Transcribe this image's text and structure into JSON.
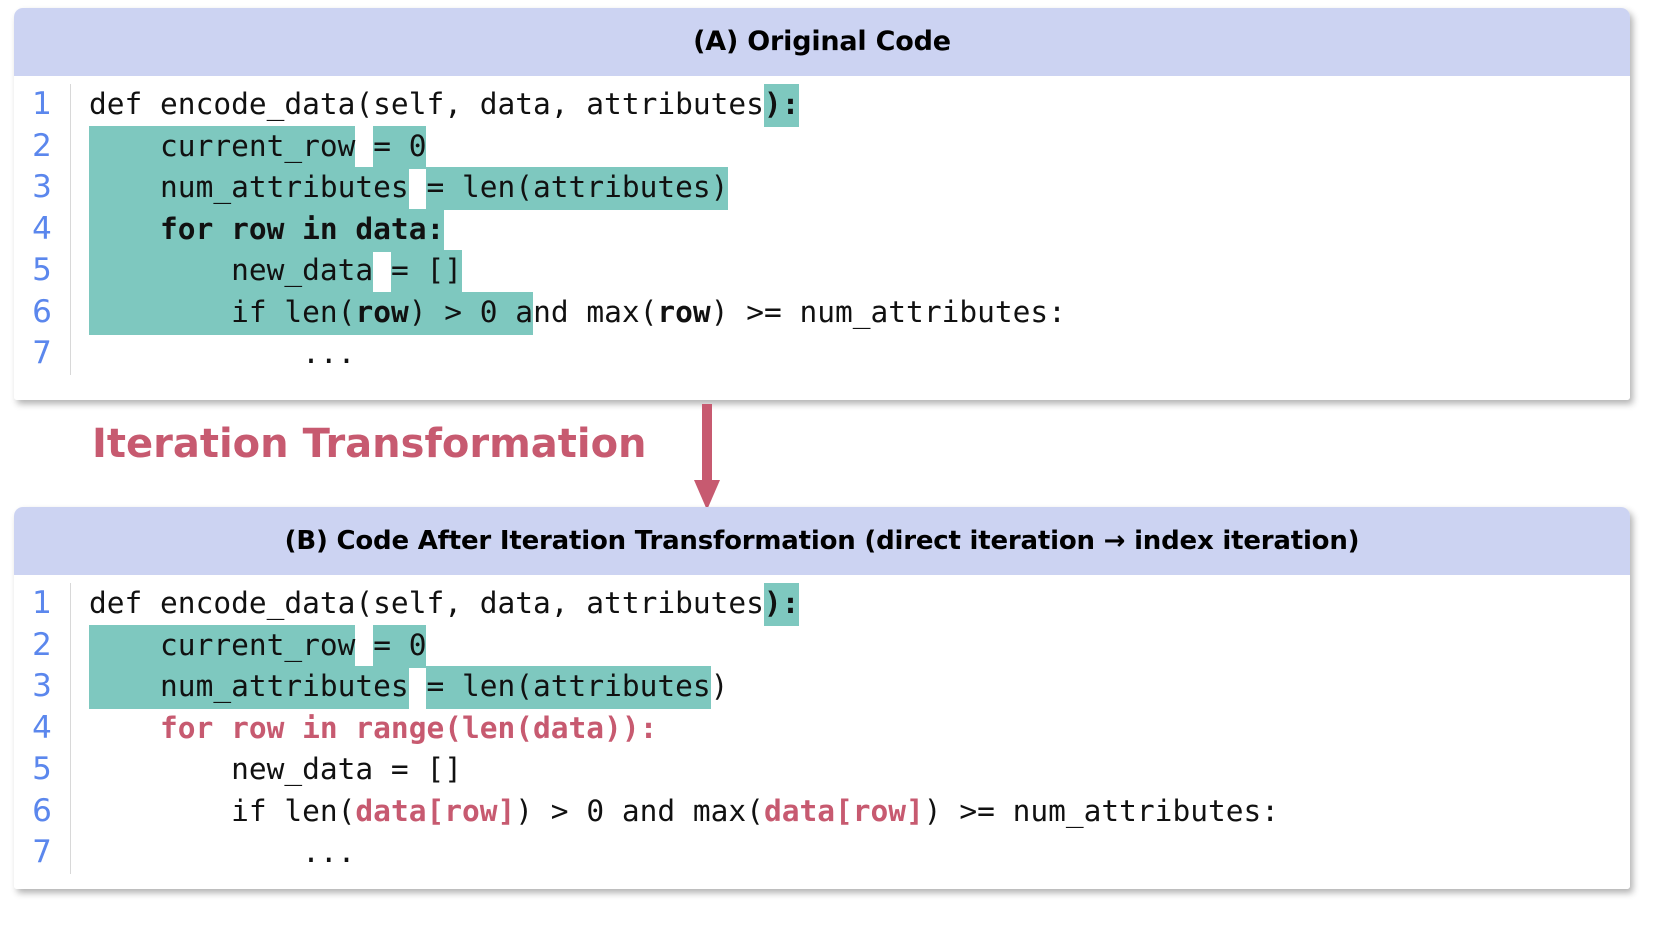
{
  "colors": {
    "header_bg": "#ccd3f2",
    "highlight": "#7ec8bf",
    "accent_red": "#c75a70",
    "lineno_blue": "#5b87ed",
    "page_bg": "#ffffff"
  },
  "transition": {
    "label": "Iteration Transformation",
    "arrow_icon": "arrow-down-icon"
  },
  "panel_a": {
    "title": "(A) Original Code",
    "line_numbers": [
      "1",
      "2",
      "3",
      "4",
      "5",
      "6",
      "7"
    ],
    "lines": [
      {
        "n": "1",
        "segments": [
          {
            "text": "def encode_data(self, data, attributes",
            "hl": false,
            "bold": false,
            "red": false
          },
          {
            "text": "):",
            "hl": true,
            "bold": true,
            "red": false
          }
        ]
      },
      {
        "n": "2",
        "segments": [
          {
            "text": "    ",
            "hl": true,
            "bold": false,
            "red": false
          },
          {
            "text": "current_row",
            "hl": true,
            "bold": false,
            "red": false
          },
          {
            "text": " ",
            "hl": false,
            "bold": false,
            "red": false
          },
          {
            "text": "= 0",
            "hl": true,
            "bold": false,
            "red": false
          }
        ]
      },
      {
        "n": "3",
        "segments": [
          {
            "text": "    ",
            "hl": true,
            "bold": false,
            "red": false
          },
          {
            "text": "num_attributes",
            "hl": true,
            "bold": false,
            "red": false
          },
          {
            "text": " ",
            "hl": false,
            "bold": false,
            "red": false
          },
          {
            "text": "= len(attributes)",
            "hl": true,
            "bold": false,
            "red": false
          }
        ]
      },
      {
        "n": "4",
        "segments": [
          {
            "text": "    ",
            "hl": true,
            "bold": false,
            "red": false
          },
          {
            "text": "for row in data:",
            "hl": true,
            "bold": true,
            "red": false
          }
        ]
      },
      {
        "n": "5",
        "segments": [
          {
            "text": "        ",
            "hl": true,
            "bold": false,
            "red": false
          },
          {
            "text": "new_data",
            "hl": true,
            "bold": false,
            "red": false
          },
          {
            "text": " ",
            "hl": false,
            "bold": false,
            "red": false
          },
          {
            "text": "= []",
            "hl": true,
            "bold": false,
            "red": false
          }
        ]
      },
      {
        "n": "6",
        "segments": [
          {
            "text": "        ",
            "hl": true,
            "bold": false,
            "red": false
          },
          {
            "text": "if ",
            "hl": true,
            "bold": false,
            "red": false
          },
          {
            "text": "len(",
            "hl": true,
            "bold": false,
            "red": false
          },
          {
            "text": "row",
            "hl": true,
            "bold": true,
            "red": false
          },
          {
            "text": ") > 0 a",
            "hl": true,
            "bold": false,
            "red": false
          },
          {
            "text": "nd max(",
            "hl": false,
            "bold": false,
            "red": false
          },
          {
            "text": "row",
            "hl": false,
            "bold": true,
            "red": false
          },
          {
            "text": ") >= num_attributes:",
            "hl": false,
            "bold": false,
            "red": false
          }
        ]
      },
      {
        "n": "7",
        "segments": [
          {
            "text": "            ...",
            "hl": false,
            "bold": false,
            "red": false
          }
        ]
      }
    ]
  },
  "panel_b": {
    "title": "(B) Code After Iteration Transformation (direct iteration → index iteration)",
    "line_numbers": [
      "1",
      "2",
      "3",
      "4",
      "5",
      "6",
      "7"
    ],
    "lines": [
      {
        "n": "1",
        "segments": [
          {
            "text": "def encode_data(self, data, attributes",
            "hl": false,
            "bold": false,
            "red": false
          },
          {
            "text": "):",
            "hl": true,
            "bold": true,
            "red": false
          }
        ]
      },
      {
        "n": "2",
        "segments": [
          {
            "text": "    ",
            "hl": true,
            "bold": false,
            "red": false
          },
          {
            "text": "current_row",
            "hl": true,
            "bold": false,
            "red": false
          },
          {
            "text": " ",
            "hl": false,
            "bold": false,
            "red": false
          },
          {
            "text": "= 0",
            "hl": true,
            "bold": false,
            "red": false
          }
        ]
      },
      {
        "n": "3",
        "segments": [
          {
            "text": "    ",
            "hl": true,
            "bold": false,
            "red": false
          },
          {
            "text": "num_attributes",
            "hl": true,
            "bold": false,
            "red": false
          },
          {
            "text": " ",
            "hl": false,
            "bold": false,
            "red": false
          },
          {
            "text": "= len(attributes",
            "hl": true,
            "bold": false,
            "red": false
          },
          {
            "text": ")",
            "hl": false,
            "bold": false,
            "red": false
          }
        ]
      },
      {
        "n": "4",
        "segments": [
          {
            "text": "    for row in range(len(data)):",
            "hl": false,
            "bold": true,
            "red": true
          }
        ]
      },
      {
        "n": "5",
        "segments": [
          {
            "text": "        new_data = []",
            "hl": false,
            "bold": false,
            "red": false
          }
        ]
      },
      {
        "n": "6",
        "segments": [
          {
            "text": "        if len(",
            "hl": false,
            "bold": false,
            "red": false
          },
          {
            "text": "data[row]",
            "hl": false,
            "bold": true,
            "red": true
          },
          {
            "text": ") > 0 and max(",
            "hl": false,
            "bold": false,
            "red": false
          },
          {
            "text": "data[row]",
            "hl": false,
            "bold": true,
            "red": true
          },
          {
            "text": ") >= num_attributes:",
            "hl": false,
            "bold": false,
            "red": false
          }
        ]
      },
      {
        "n": "7",
        "segments": [
          {
            "text": "            ...",
            "hl": false,
            "bold": false,
            "red": false
          }
        ]
      }
    ]
  }
}
